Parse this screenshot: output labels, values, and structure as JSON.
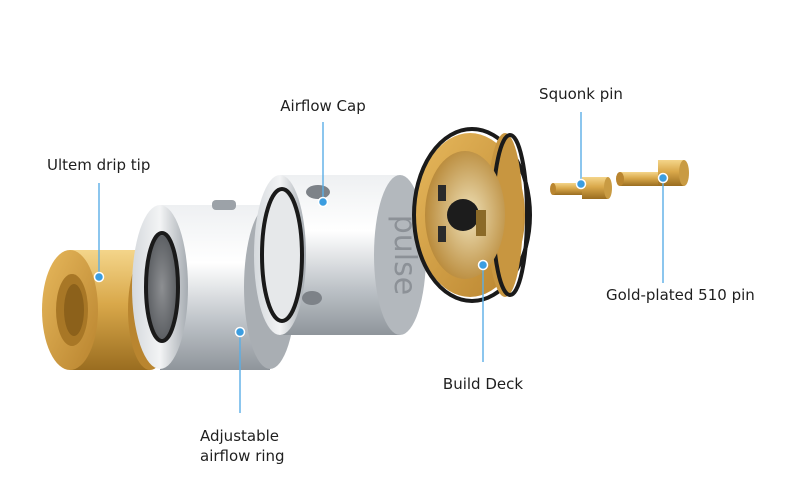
{
  "labels": {
    "drip_tip": "Ultem drip tip",
    "airflow_cap": "Airflow Cap",
    "airflow_ring_line1": "Adjustable",
    "airflow_ring_line2": "airflow ring",
    "build_deck": "Build Deck",
    "squonk_pin": "Squonk pin",
    "gold_pin": "Gold-plated 510 pin"
  },
  "brand_engraving": "pulse",
  "colors": {
    "leader_line": "#5aaee6",
    "dot": "#3b9de0",
    "gold": "#d7a94a",
    "steel": "#c8ccd0",
    "oring": "#1a1a1a"
  }
}
